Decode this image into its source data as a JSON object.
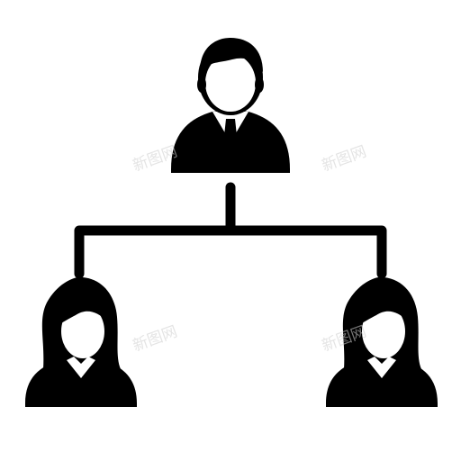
{
  "figure": {
    "ink_color": "#000000",
    "background_color": "#ffffff",
    "watermark_color": "#cfcfcf",
    "icon_name": "org-chart-icon",
    "nodes": [
      {
        "id": "manager",
        "icon": "businessman-icon",
        "role": "top"
      },
      {
        "id": "employee-left",
        "icon": "businesswoman-icon",
        "role": "bottom-left"
      },
      {
        "id": "employee-right",
        "icon": "businesswoman-icon",
        "role": "bottom-right"
      }
    ]
  },
  "watermark": {
    "text": "新图网"
  }
}
